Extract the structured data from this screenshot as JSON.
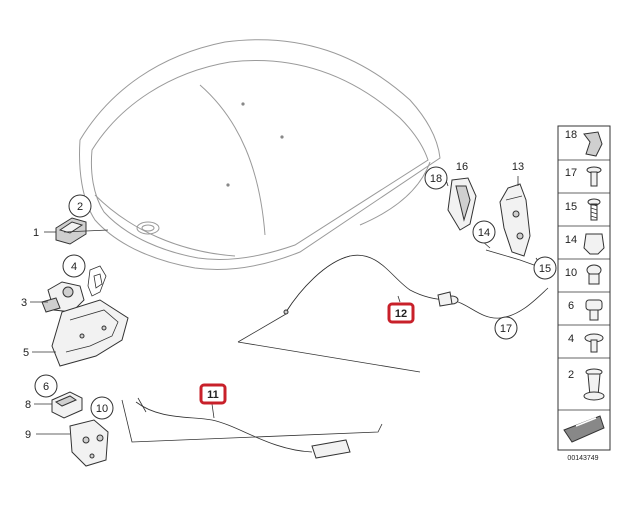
{
  "diagram_id": "00143749",
  "highlight_color": "#c8202a",
  "callouts": [
    {
      "id": "c1",
      "label": "1"
    },
    {
      "id": "c2",
      "label": "2"
    },
    {
      "id": "c3",
      "label": "3"
    },
    {
      "id": "c4",
      "label": "4"
    },
    {
      "id": "c5",
      "label": "5"
    },
    {
      "id": "c6",
      "label": "6"
    },
    {
      "id": "c8",
      "label": "8"
    },
    {
      "id": "c9",
      "label": "9"
    },
    {
      "id": "c10",
      "label": "10"
    },
    {
      "id": "c11",
      "label": "11",
      "highlighted": true
    },
    {
      "id": "c12",
      "label": "12",
      "highlighted": true
    },
    {
      "id": "c13",
      "label": "13"
    },
    {
      "id": "c14",
      "label": "14"
    },
    {
      "id": "c15",
      "label": "15"
    },
    {
      "id": "c16",
      "label": "16"
    },
    {
      "id": "c17",
      "label": "17"
    },
    {
      "id": "c18",
      "label": "18"
    }
  ],
  "side_panel": [
    {
      "label": "18"
    },
    {
      "label": "17"
    },
    {
      "label": "15"
    },
    {
      "label": "14"
    },
    {
      "label": "10"
    },
    {
      "label": "6"
    },
    {
      "label": "4"
    },
    {
      "label": "2"
    }
  ]
}
